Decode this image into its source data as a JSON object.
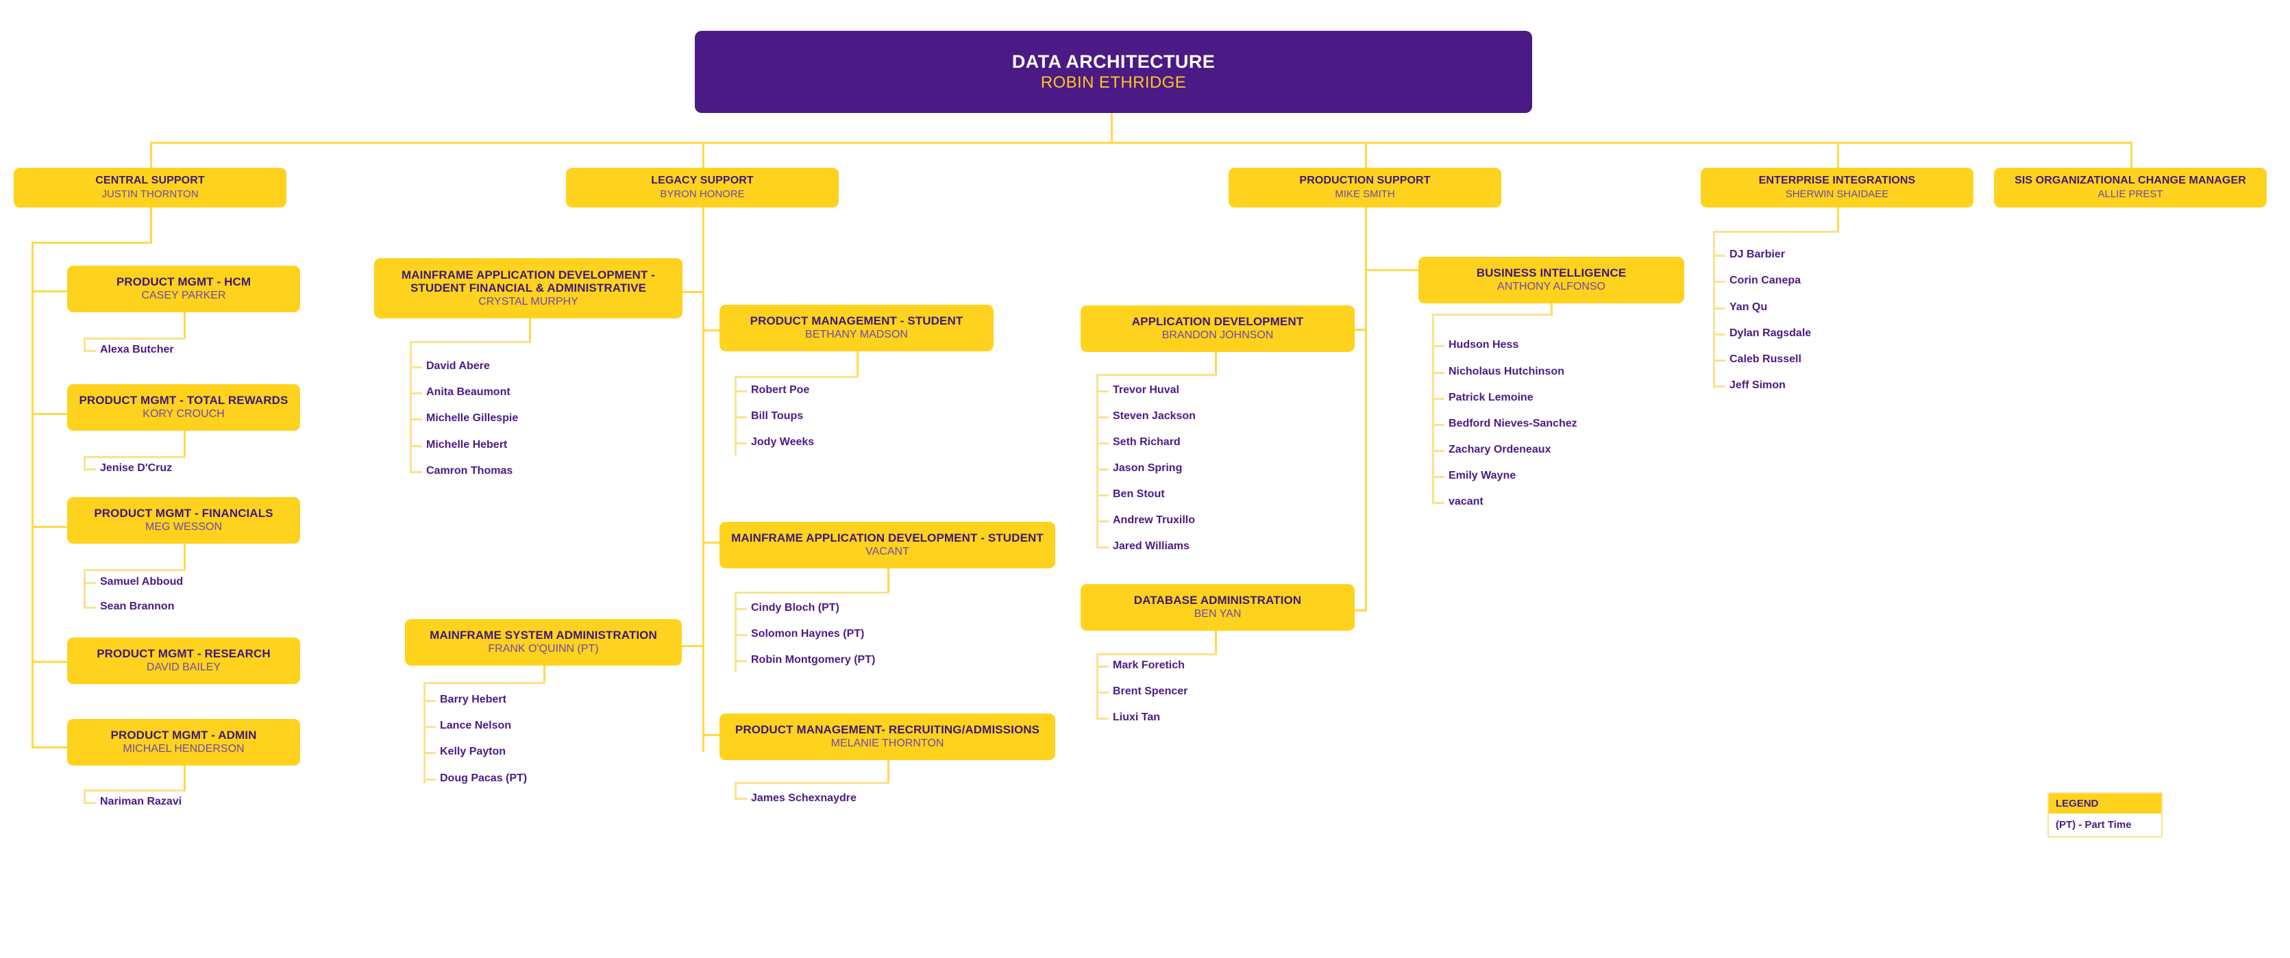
{
  "chart_title": "DATA ARCHITECTURE",
  "colors": {
    "root_bg": "#4B1A84",
    "root_title": "#FFFFFF",
    "root_subtitle": "#FFC61E",
    "node_bg": "#FFD21E",
    "node_title": "#3F1A73",
    "node_subtitle": "#6E4AA6",
    "leaf_text": "#4B1A84",
    "connector": "#FFD94A",
    "connector_pale": "#FBE28E",
    "page_bg": "#FFFFFF"
  },
  "root": {
    "title": "DATA ARCHITECTURE",
    "subtitle": "ROBIN ETHRIDGE"
  },
  "departments": [
    {
      "id": "central-support",
      "title": "CENTRAL SUPPORT",
      "subtitle": "JUSTIN THORNTON",
      "children": [
        {
          "id": "product-mgmt-hcm",
          "title": "PRODUCT MGMT - HCM",
          "subtitle": "CASEY PARKER",
          "people": [
            "Alexa Butcher"
          ]
        },
        {
          "id": "product-mgmt-total-rewards",
          "title": "PRODUCT MGMT - TOTAL REWARDS",
          "subtitle": "KORY CROUCH",
          "people": [
            "Jenise D'Cruz"
          ]
        },
        {
          "id": "product-mgmt-financials",
          "title": "PRODUCT MGMT - FINANCIALS",
          "subtitle": "MEG WESSON",
          "people": [
            "Samuel Abboud",
            "Sean Brannon"
          ]
        },
        {
          "id": "product-mgmt-research",
          "title": "PRODUCT MGMT - RESEARCH",
          "subtitle": "DAVID BAILEY",
          "people": []
        },
        {
          "id": "product-mgmt-admin",
          "title": "PRODUCT MGMT - ADMIN",
          "subtitle": "MICHAEL HENDERSON",
          "people": [
            "Nariman Razavi"
          ]
        }
      ]
    },
    {
      "id": "legacy-support",
      "title": "LEGACY SUPPORT",
      "subtitle": "BYRON HONORE",
      "children": [
        {
          "id": "mainframe-app-dev-student-financial",
          "title": "MAINFRAME APPLICATION  DEVELOPMENT - STUDENT FINANCIAL & ADMINISTRATIVE",
          "subtitle": "CRYSTAL MURPHY",
          "people": [
            "David Abere",
            "Anita Beaumont",
            "Michelle Gillespie",
            "Michelle Hebert",
            "Camron Thomas"
          ]
        },
        {
          "id": "product-management-student",
          "title": "PRODUCT MANAGEMENT - STUDENT",
          "subtitle": "BETHANY MADSON",
          "people": [
            "Robert Poe",
            "Bill Toups",
            "Jody Weeks"
          ]
        },
        {
          "id": "mainframe-app-dev-student",
          "title": "MAINFRAME APPLICATION DEVELOPMENT - STUDENT",
          "subtitle": "VACANT",
          "people": [
            "Cindy Bloch (PT)",
            "Solomon Haynes (PT)",
            "Robin Montgomery (PT)"
          ]
        },
        {
          "id": "mainframe-system-administration",
          "title": "MAINFRAME SYSTEM ADMINISTRATION",
          "subtitle": "FRANK O'QUINN (PT)",
          "people": [
            "Barry Hebert",
            "Lance Nelson",
            "Kelly Payton",
            "Doug Pacas (PT)"
          ]
        },
        {
          "id": "product-management-recruiting-admissions",
          "title": "PRODUCT MANAGEMENT- RECRUITING/ADMISSIONS",
          "subtitle": "MELANIE THORNTON",
          "people": [
            "James Schexnaydre"
          ]
        }
      ]
    },
    {
      "id": "production-support",
      "title": "PRODUCTION SUPPORT",
      "subtitle": "MIKE SMITH",
      "children": [
        {
          "id": "business-intelligence",
          "title": "BUSINESS INTELLIGENCE",
          "subtitle": "ANTHONY ALFONSO",
          "people": [
            "Hudson Hess",
            "Nicholaus Hutchinson",
            "Patrick Lemoine",
            "Bedford Nieves-Sanchez",
            "Zachary Ordeneaux",
            "Emily Wayne",
            "vacant"
          ]
        },
        {
          "id": "application-development",
          "title": "APPLICATION DEVELOPMENT",
          "subtitle": "BRANDON JOHNSON",
          "people": [
            "Trevor Huval",
            "Steven Jackson",
            "Seth Richard",
            "Jason Spring",
            "Ben Stout",
            "Andrew Truxillo",
            "Jared Williams"
          ]
        },
        {
          "id": "database-administration",
          "title": "DATABASE ADMINISTRATION",
          "subtitle": "BEN YAN",
          "people": [
            "Mark Foretich",
            "Brent Spencer",
            "Liuxi Tan"
          ]
        }
      ]
    },
    {
      "id": "enterprise-integrations",
      "title": "ENTERPRISE INTEGRATIONS",
      "subtitle": "SHERWIN SHAIDAEE",
      "children": [],
      "people": [
        "DJ Barbier",
        "Corin Canepa",
        "Yan Qu",
        "Dylan Ragsdale",
        "Caleb Russell",
        "Jeff Simon"
      ]
    },
    {
      "id": "sis-organizational-change-manager",
      "title": "SIS ORGANIZATIONAL CHANGE MANAGER",
      "subtitle": "ALLIE PREST",
      "children": [],
      "people": []
    }
  ],
  "legend": {
    "header": "LEGEND",
    "entry": "(PT) - Part Time"
  }
}
